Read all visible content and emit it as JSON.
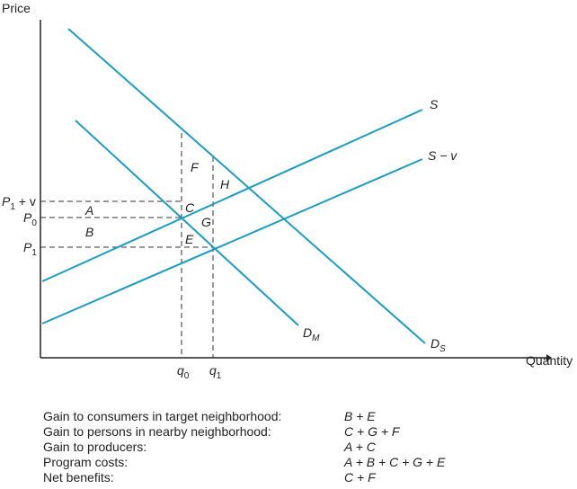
{
  "axes": {
    "y_label": "Price",
    "x_label": "Quantity"
  },
  "price_labels": {
    "p1_plus_v": {
      "main": "P",
      "sub": "1",
      "tail": " + v"
    },
    "p0": {
      "main": "P",
      "sub": "0"
    },
    "p1": {
      "main": "P",
      "sub": "1"
    }
  },
  "quantity_labels": {
    "q0": {
      "main": "q",
      "sub": "0"
    },
    "q1": {
      "main": "q",
      "sub": "1"
    }
  },
  "curve_labels": {
    "supply": "S",
    "supply_minus_v": "S − v",
    "demand_m": {
      "main": "D",
      "sub": "M"
    },
    "demand_s": {
      "main": "D",
      "sub": "S"
    }
  },
  "area_labels": {
    "a": "A",
    "b": "B",
    "c": "C",
    "e": "E",
    "f": "F",
    "g": "G",
    "h": "H"
  },
  "legend": [
    {
      "label": "Gain to consumers in target neighborhood:",
      "value": "B + E"
    },
    {
      "label": "Gain to persons in nearby neighborhood:",
      "value": "C + G + F"
    },
    {
      "label": "Gain to producers:",
      "value": "A + C"
    },
    {
      "label": "Program costs:",
      "value": "A + B + C + G + E"
    },
    {
      "label": "Net benefits:",
      "value": "C + F"
    }
  ],
  "colors": {
    "curve": "#1a9cc4",
    "axis": "#222222",
    "dashed": "#333333"
  }
}
